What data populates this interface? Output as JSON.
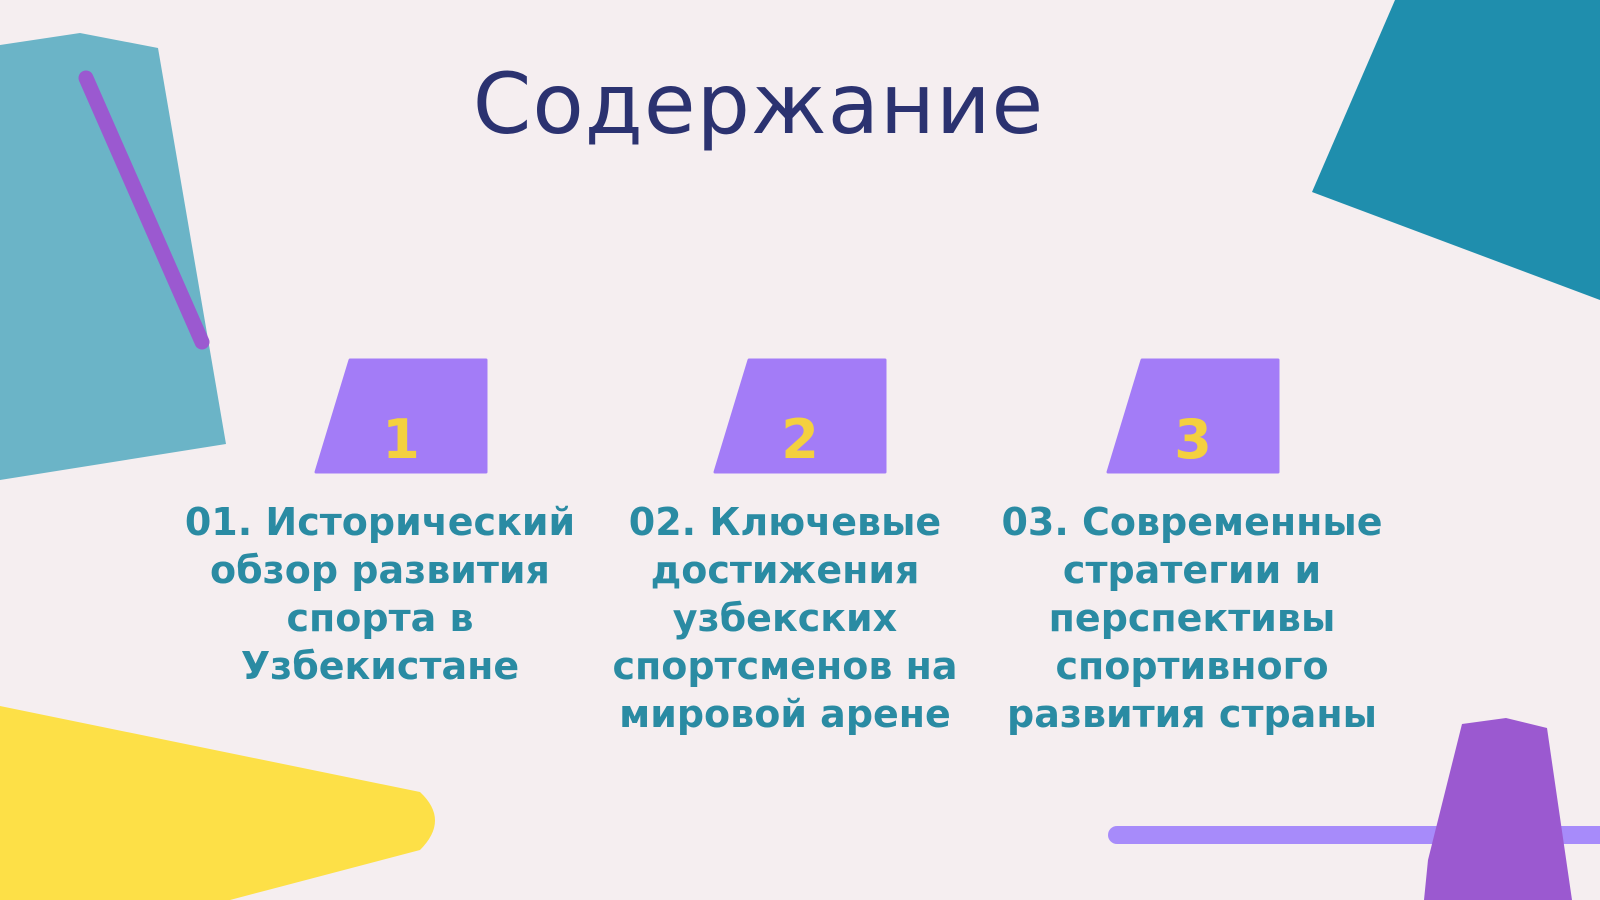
{
  "slide": {
    "title": "Содержание",
    "items": [
      {
        "number": "1",
        "text": "01. Исторический обзор развития спорта в Узбекистане"
      },
      {
        "number": "2",
        "text": "02. Ключевые достижения узбекских спортсменов на мировой арене"
      },
      {
        "number": "3",
        "text": "03. Современные стратегии и перспективы спортивного развития страны"
      }
    ]
  },
  "colors": {
    "background": "#f5eef0",
    "title": "#2b3270",
    "item_text": "#2a8ba3",
    "badge": "#a37cf7",
    "badge_number": "#f4d03f",
    "teal_light": "#6bb4c7",
    "teal_dark": "#1f8ead",
    "yellow": "#fde047",
    "purple": "#9b59d0",
    "lavender": "#a78bfa"
  }
}
